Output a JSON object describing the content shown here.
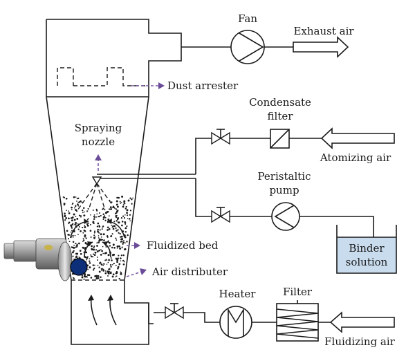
{
  "labels": {
    "fan": "Fan",
    "exhaust_air": "Exhaust air",
    "dust_arrester": "Dust arrester",
    "condensate_filter_line1": "Condensate",
    "condensate_filter_line2": "filter",
    "atomizing_air": "Atomizing air",
    "spraying_nozzle_line1": "Spraying",
    "spraying_nozzle_line2": "nozzle",
    "peristaltic_pump_line1": "Peristaltic",
    "peristaltic_pump_line2": "pump",
    "fluidized_bed": "Fluidized bed",
    "air_distributer": "Air distributer",
    "binder_solution_line1": "Binder",
    "binder_solution_line2": "solution",
    "heater": "Heater",
    "filter": "Filter",
    "fluidizing_air": "Fluidizing air"
  },
  "colors": {
    "annotation_arrow": "#6a4c98",
    "binder_liquid": "#c9dcee",
    "sensor_dot": "#0d2f7a"
  }
}
